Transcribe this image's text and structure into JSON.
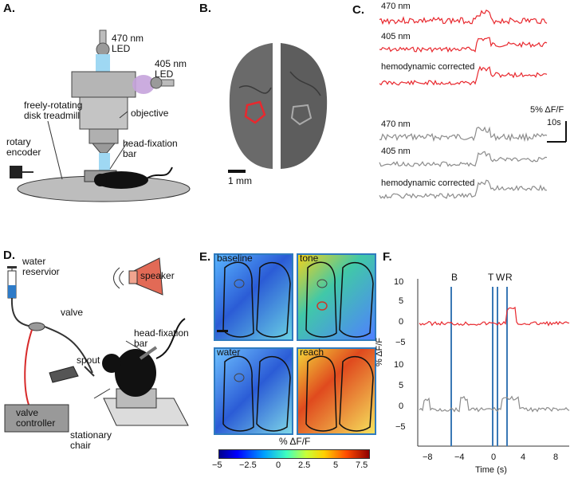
{
  "panels": {
    "A": {
      "label": "A.",
      "led470": "470 nm\nLED",
      "led405": "405 nm\nLED",
      "objective": "objective",
      "treadmill": "freely-rotating\ndisk treadmill",
      "encoder": "rotary\nencoder",
      "headbar": "head-fixation\nbar"
    },
    "B": {
      "label": "B.",
      "scale": "1 mm"
    },
    "C": {
      "label": "C.",
      "trace_labels": [
        "470 nm",
        "405 nm",
        "hemodynamic corrected",
        "470 nm",
        "405 nm",
        "hemodynamic corrected"
      ],
      "scale_y": "5% ΔF/F",
      "scale_x": "10s",
      "red_color": "#e8282e",
      "gray_color": "#8c8c8c"
    },
    "D": {
      "label": "D.",
      "reservoir": "water\nreservior",
      "valve": "valve",
      "spout": "spout",
      "speaker": "speaker",
      "headbar": "head-fixation\nbar",
      "controller": "valve\ncontroller",
      "chair": "stationary\nchair"
    },
    "E": {
      "label": "E.",
      "maps": [
        "baseline",
        "tone",
        "water",
        "reach"
      ],
      "colorbar_label": "% ΔF/F",
      "colorbar_ticks": [
        "−5",
        "−2.5",
        "0",
        "2.5",
        "5",
        "7.5"
      ]
    },
    "F": {
      "label": "F.",
      "events": [
        "B",
        "T",
        "W",
        "R"
      ],
      "ylabel": "% ΔF/F",
      "xlabel": "Time (s)",
      "yticks_top": [
        "10",
        "5",
        "0",
        "−5"
      ],
      "yticks_bottom": [
        "10",
        "5",
        "0",
        "−5"
      ],
      "xticks": [
        "−8",
        "−4",
        "0",
        "4",
        "8"
      ]
    }
  },
  "colors": {
    "blue_line": "#3a78b5",
    "red": "#e8282e",
    "gray": "#8c8c8c",
    "frame": "#2f7bbf"
  }
}
